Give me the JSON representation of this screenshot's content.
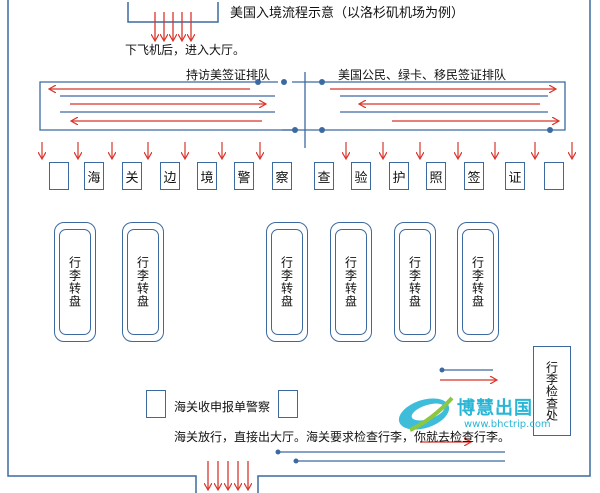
{
  "title": "美国入境流程示意（以洛杉矶机场为例）",
  "labels": {
    "arrival": "下飞机后，进入大厅。",
    "visitor_queue": "持访美签证排队",
    "citizen_queue": "美国公民、绿卡、移民签证排队",
    "customs_police": "海关收申报单警察",
    "exit_note": "海关放行，直接出大厅。海关要求检查行李，你就去检查行李。"
  },
  "booth_chars": [
    "海",
    "关",
    "边",
    "境",
    "警",
    "察",
    "查",
    "验",
    "护",
    "照",
    "签",
    "证"
  ],
  "carousel_label": "行李转盘",
  "inspection_label": "行李检查处",
  "watermark": {
    "text": "博慧出国",
    "url": "www.bhctrip.com"
  },
  "colors": {
    "line": "#3c6aa0",
    "arrow": "#d9352b",
    "watermark": "#29b6d6"
  }
}
